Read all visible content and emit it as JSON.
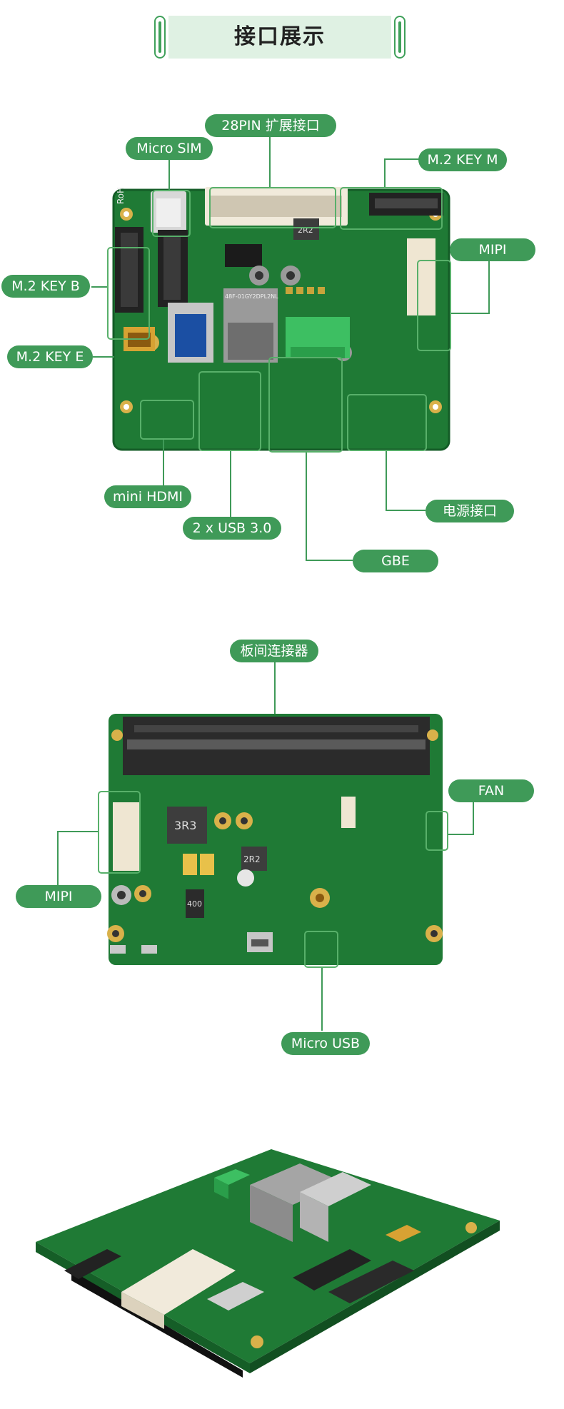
{
  "header": {
    "title": "接口展示"
  },
  "board_top": {
    "labels": {
      "pin28": "28PIN 扩展接口",
      "micro_sim": "Micro SIM",
      "m2_key_m": "M.2 KEY M",
      "mipi": "MIPI",
      "m2_key_b": "M.2 KEY B",
      "m2_key_e": "M.2 KEY E",
      "mini_hdmi": "mini HDMI",
      "usb30": "2 x USB 3.0",
      "power": "电源接口",
      "gbe": "GBE"
    },
    "silk": {
      "rohs": "RoHS",
      "ind1": "2R2",
      "jack": "48F-01GY2DPL2NL"
    }
  },
  "board_bottom": {
    "labels": {
      "b2b": "板间连接器",
      "fan": "FAN",
      "mipi": "MIPI",
      "micro_usb": "Micro USB"
    },
    "silk": {
      "ind1": "3R3",
      "ind2": "2R2",
      "cap": "400"
    }
  },
  "colors": {
    "accent": "#3f9a58",
    "header_bg": "#dff1e3",
    "pcb": "#1f7a35"
  }
}
